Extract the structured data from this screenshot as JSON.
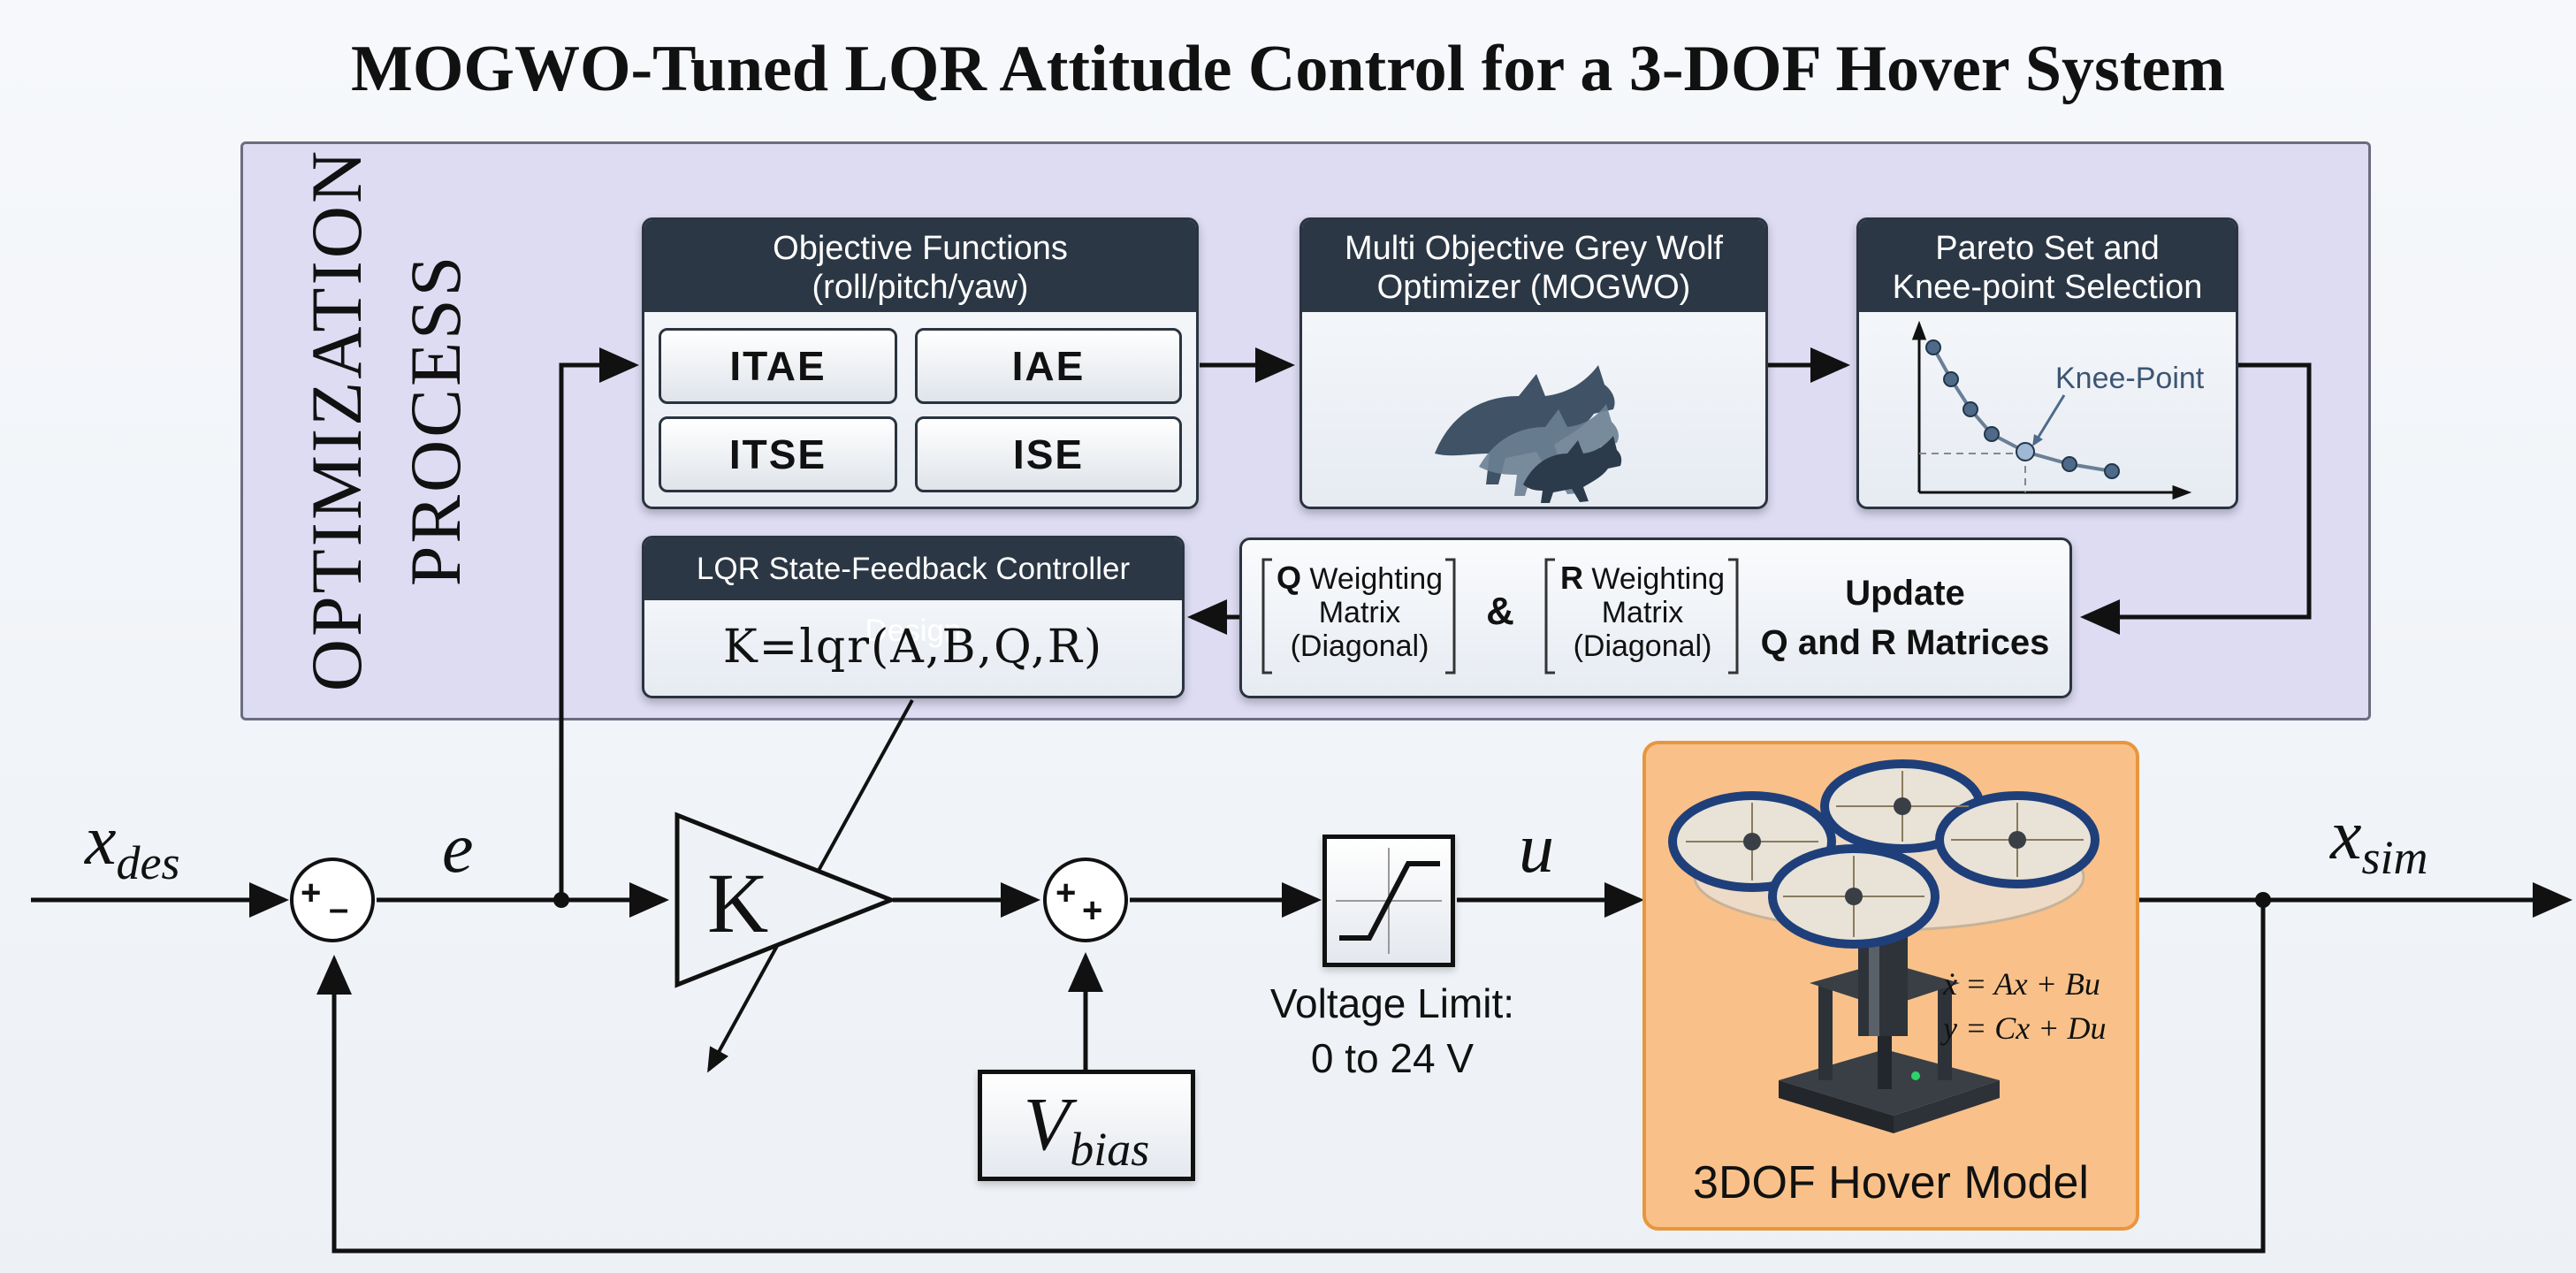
{
  "title": "MOGWO-Tuned LQR Attitude Control for a 3-DOF Hover System",
  "optimization": {
    "label_line1": "OPTIMIZATION",
    "label_line2": "PROCESS",
    "objectives": {
      "header_line1": "Objective Functions",
      "header_line2": "(roll/pitch/yaw)",
      "metrics": [
        "ITAE",
        "IAE",
        "ITSE",
        "ISE"
      ]
    },
    "mogwo": {
      "header_line1": "Multi Objective Grey Wolf",
      "header_line2": "Optimizer (MOGWO)",
      "icon": "grey-wolves-icon"
    },
    "pareto": {
      "header_line1": "Pareto Set and",
      "header_line2": "Knee-point Selection",
      "knee_label": "Knee-Point"
    },
    "lqr": {
      "header": "LQR State-Feedback Controller Design",
      "formula": "K=lqr(A,B,Q,R)"
    },
    "update": {
      "q_letter": "Q",
      "q_word": " Weighting",
      "q_line2": "Matrix",
      "q_line3": "(Diagonal)",
      "amp": "&",
      "r_letter": "R",
      "r_word": " Weighting",
      "r_line2": "Matrix",
      "r_line3": "(Diagonal)",
      "title_line1": "Update",
      "title_line2": "Q and R Matrices"
    }
  },
  "loop": {
    "x_des_main": "x",
    "x_des_sub": "des",
    "e": "e",
    "sum1_plus": "+",
    "sum1_minus": "–",
    "gain": "K",
    "sum2_plus1": "+",
    "sum2_plus2": "+",
    "vbias_main": "V",
    "vbias_sub": "bias",
    "saturation_line1": "Voltage Limit:",
    "saturation_line2": "0 to 24 V",
    "u": "u",
    "x_sim_main": "x",
    "x_sim_sub": "sim"
  },
  "plant": {
    "label": "3DOF Hover Model",
    "eq1": "ẋ = Ax + Bu",
    "eq2": "y = Cx + Du",
    "icon": "quadrotor-hover-icon",
    "fill_color": "#f9c189",
    "border_color": "#e8963e"
  }
}
